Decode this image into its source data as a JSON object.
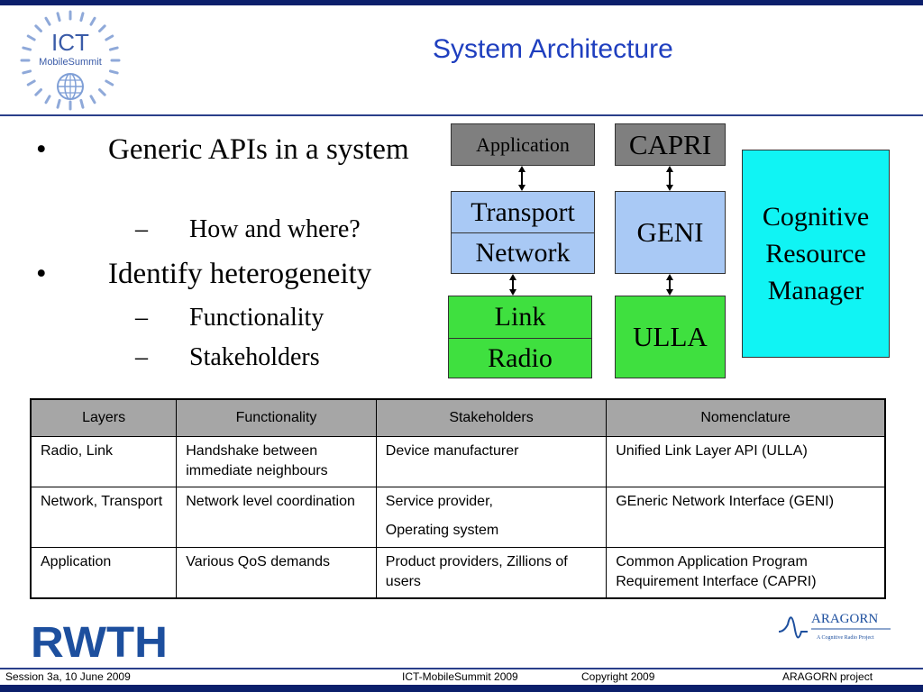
{
  "title": "System Architecture",
  "logos": {
    "ict_top": "ICT",
    "ict_bottom": "MobileSummit",
    "rwth": "RWTH",
    "aragorn": "ARAGORN",
    "aragorn_tagline": "A Cognitive Radio Project"
  },
  "bullets": [
    {
      "text": "Generic APIs in a system",
      "subs": [
        "How and where?"
      ]
    },
    {
      "text": "Identify heterogeneity",
      "subs": [
        "Functionality",
        "Stakeholders"
      ]
    }
  ],
  "diagram": {
    "application": "Application",
    "transport": "Transport",
    "network": "Network",
    "link": "Link",
    "radio": "Radio",
    "capri": "CAPRI",
    "geni": "GENI",
    "ulla": "ULLA",
    "crm": "Cognitive Resource Manager"
  },
  "table": {
    "headers": [
      "Layers",
      "Functionality",
      "Stakeholders",
      "Nomenclature"
    ],
    "rows": [
      {
        "layers": "Radio, Link",
        "functionality": "Handshake between immediate neighbours",
        "stakeholders": [
          "Device manufacturer"
        ],
        "nomenclature": "Unified Link Layer API (ULLA)"
      },
      {
        "layers": "Network, Transport",
        "functionality": "Network level coordination",
        "stakeholders": [
          "Service provider,",
          "Operating system"
        ],
        "nomenclature": "GEneric Network Interface (GENI)"
      },
      {
        "layers": "Application",
        "functionality": "Various QoS demands",
        "stakeholders": [
          "Product providers, Zillions of users"
        ],
        "nomenclature": "Common Application Program Requirement Interface (CAPRI)"
      }
    ]
  },
  "footer": {
    "session": "Session 3a, 10 June 2009",
    "event": "ICT-MobileSummit 2009",
    "copyright": "Copyright 2009",
    "project": "ARAGORN project"
  },
  "colors": {
    "title": "#1f3fbf",
    "bars": "#0b1f6b",
    "gray_box": "#7f7f7f",
    "blue_box": "#a9c9f5",
    "green_box": "#3fe03f",
    "cyan_box": "#10f4f4",
    "table_header": "#a6a6a6",
    "rwth_blue": "#1d4f9e"
  }
}
